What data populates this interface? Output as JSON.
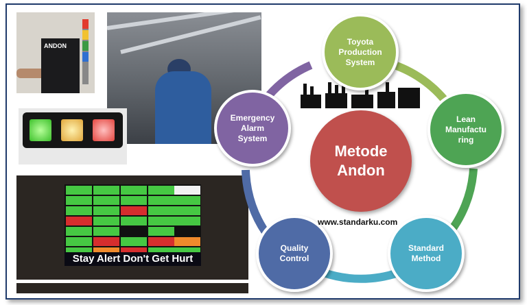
{
  "center": {
    "line1": "Metode",
    "line2": "Andon"
  },
  "nodes": {
    "tps": {
      "l1": "Toyota",
      "l2": "Production",
      "l3": "System"
    },
    "lean": {
      "l1": "Lean",
      "l2": "Manufactu",
      "l3": "ring"
    },
    "standard": {
      "l1": "Standard",
      "l2": "Method"
    },
    "quality": {
      "l1": "Quality",
      "l2": "Control"
    },
    "emergency": {
      "l1": "Emergency",
      "l2": "Alarm",
      "l3": "System"
    }
  },
  "website": "www.standarku.com",
  "photos": {
    "andon_box_label": "ANDON",
    "board_slogan": "Stay Alert Don't Get Hurt"
  },
  "colors": {
    "center": "#c0504d",
    "tps": "#9bbb59",
    "lean": "#4ea454",
    "standard": "#4bacc6",
    "quality": "#4f6ba6",
    "emergency": "#8064a2"
  },
  "icons": [
    "factory-icon",
    "factory-icon",
    "factory-icon",
    "factory-icon",
    "factory-building-icon"
  ]
}
